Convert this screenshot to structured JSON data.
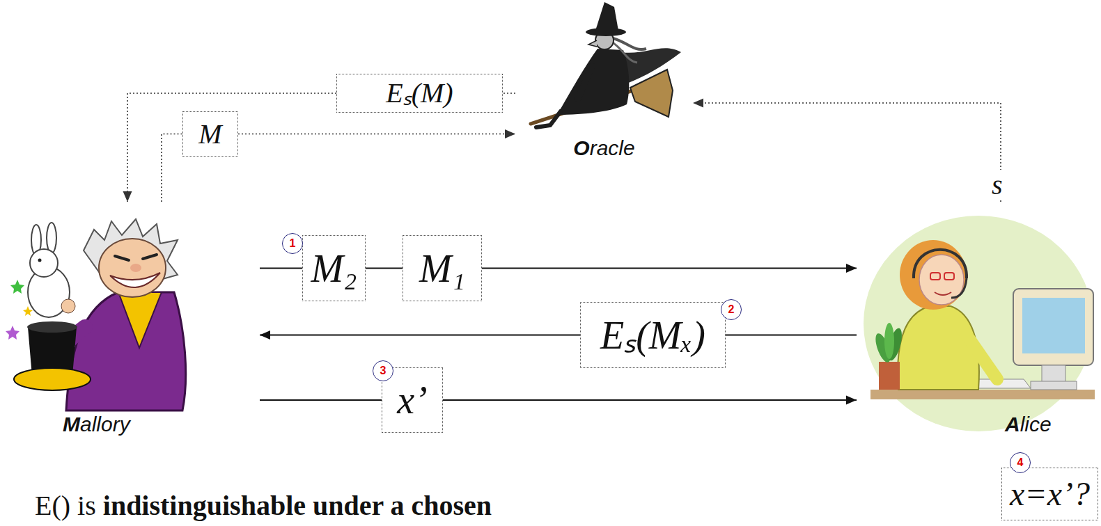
{
  "diagram": {
    "nodes": [
      {
        "text": [
          "Oracle"
        ]
      },
      {
        "text": [
          "Eₛ(M)"
        ]
      },
      {
        "text": [
          "M"
        ]
      },
      {
        "text": [
          "Mallory"
        ]
      },
      {
        "text": [
          "M₂"
        ]
      },
      {
        "text": [
          "M₁"
        ]
      },
      {
        "text": [
          "Eₛ(Mₓ)"
        ]
      },
      {
        "text": [
          "x’"
        ]
      },
      {
        "text": [
          "Alice"
        ]
      },
      {
        "text": [
          "x=x’?"
        ]
      }
    ],
    "edges": [
      {
        "from": 0,
        "to": 1,
        "arrow": "none"
      },
      {
        "from": 1,
        "to": 3,
        "arrow": "to"
      },
      {
        "from": 3,
        "to": 2,
        "arrow": "none"
      },
      {
        "from": 2,
        "to": 0,
        "arrow": "to"
      },
      {
        "from": 8,
        "to": 0,
        "arrow": "to",
        "label": "s"
      },
      {
        "from": 3,
        "to": 4,
        "arrow": "none"
      },
      {
        "from": 4,
        "to": 5,
        "arrow": "none"
      },
      {
        "from": 5,
        "to": 8,
        "arrow": "to"
      },
      {
        "from": 8,
        "to": 6,
        "arrow": "none"
      },
      {
        "from": 6,
        "to": 3,
        "arrow": "to"
      },
      {
        "from": 3,
        "to": 7,
        "arrow": "none"
      },
      {
        "from": 7,
        "to": 8,
        "arrow": "to"
      }
    ],
    "labels": [
      "1",
      "2",
      "3",
      "4",
      "E() is",
      "indistinguishable under a chosen"
    ]
  }
}
